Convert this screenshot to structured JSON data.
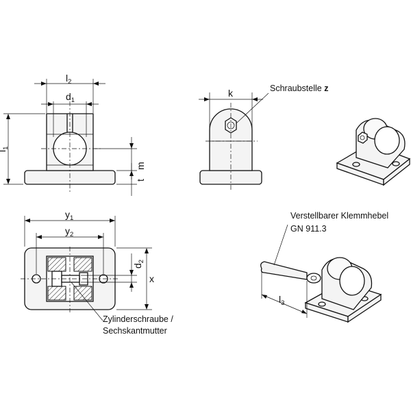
{
  "labels": {
    "l2": "l",
    "l2_sub": "2",
    "d1": "d",
    "d1_sub": "1",
    "l1": "l",
    "l1_sub": "1",
    "m": "m",
    "t": "t",
    "k": "k",
    "y1": "y",
    "y1_sub": "1",
    "y2": "y",
    "y2_sub": "2",
    "d2": "d",
    "d2_sub": "2",
    "x": "x",
    "l3": "l",
    "l3_sub": "3"
  },
  "notes": {
    "screw_point": "Schraubstelle ",
    "screw_point_bold": "z",
    "lever_line1": "Verstellbarer Klemmhebel",
    "lever_line2": "GN 911.3",
    "screw_line1": "Zylinderschraube /",
    "screw_line2": "Sechskantmutter"
  }
}
